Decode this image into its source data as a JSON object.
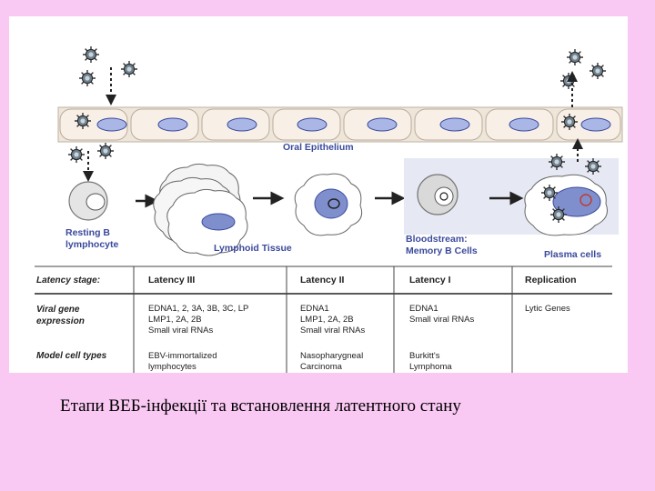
{
  "diagram": {
    "epithelium_label": "Oral Epithelium",
    "stages": [
      {
        "label_line1": "Resting B",
        "label_line2": "lymphocyte"
      },
      {
        "label_line1": "Lymphoid Tissue",
        "label_line2": ""
      },
      {
        "label_line1": "Bloodstream:",
        "label_line2": "Memory B Cells"
      },
      {
        "label_line1": "Plasma cells",
        "label_line2": ""
      }
    ]
  },
  "table": {
    "headers": [
      "Latency stage:",
      "Latency III",
      "Latency II",
      "Latency I",
      "Replication"
    ],
    "rows": [
      {
        "head": [
          "Viral gene",
          "expression"
        ],
        "cells": [
          [
            "EDNA1, 2, 3A, 3B, 3C, LP",
            "LMP1, 2A, 2B",
            "Small viral RNAs"
          ],
          [
            "EDNA1",
            "LMP1, 2A, 2B",
            "Small viral RNAs"
          ],
          [
            "EDNA1",
            "Small viral RNAs"
          ],
          [
            "Lytic Genes"
          ]
        ]
      },
      {
        "head": [
          "Model cell types"
        ],
        "cells": [
          [
            "EBV-immortalized",
            "lymphocytes"
          ],
          [
            "Nasopharygneal",
            "Carcinoma"
          ],
          [
            "Burkitt's",
            "Lymphoma"
          ],
          []
        ]
      }
    ]
  },
  "caption": "Етапи ВЕБ-інфекції та встановлення латентного стану",
  "colors": {
    "background": "#f9c9f3",
    "label_blue": "#3b4a9c",
    "nucleus_blue": "#7f8fce",
    "epithelium_fill": "#f6ede3"
  }
}
